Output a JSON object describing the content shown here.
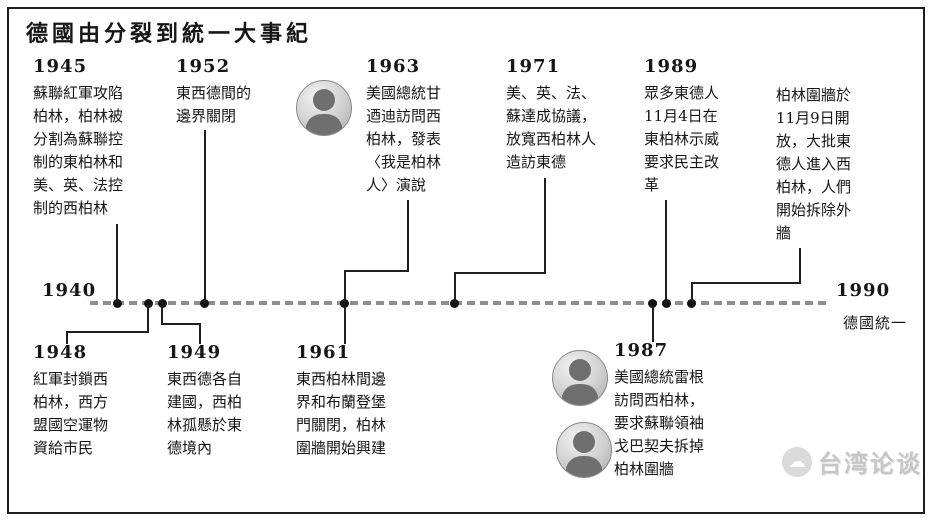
{
  "title": "德國由分裂到統一大事紀",
  "axis": {
    "start_year": "1940",
    "end_year": "1990",
    "end_event": "德國統一"
  },
  "events_above": [
    {
      "year": "1945",
      "text": "蘇聯紅軍攻陷柏林，柏林被分割為蘇聯控制的東柏林和美、英、法控制的西柏林"
    },
    {
      "year": "1952",
      "text": "東西德間的邊界關閉"
    },
    {
      "year": "1963",
      "text": "美國總統甘迺迪訪問西柏林，發表〈我是柏林人〉演說"
    },
    {
      "year": "1971",
      "text": "美、英、法、蘇達成協議，放寬西柏林人造訪東德"
    },
    {
      "year": "1989",
      "text": "眾多東德人11月4日在東柏林示威要求民主改革"
    },
    {
      "text": "柏林圍牆於11月9日開放，大批東德人進入西柏林，人們開始拆除外牆"
    }
  ],
  "events_below": [
    {
      "year": "1948",
      "text": "紅軍封鎖西柏林，西方盟國空運物資給市民"
    },
    {
      "year": "1949",
      "text": "東西德各自建國，西柏林孤懸於東德境內"
    },
    {
      "year": "1961",
      "text": "東西柏林間邊界和布蘭登堡門關閉，柏林圍牆開始興建"
    },
    {
      "year": "1987",
      "text": "美國總統雷根訪問西柏林，要求蘇聯領袖戈巴契夫拆掉柏林圍牆"
    }
  ],
  "icons": {
    "portrait_1963": "kennedy-portrait-photo",
    "portrait_1987_top": "reagan-portrait-photo",
    "portrait_1987_bottom": "gorbachev-portrait-photo",
    "watermark_logo": "cloud-logo-icon",
    "watermark_logo_glyph": "☁"
  },
  "watermark": {
    "text": "台湾论谈"
  },
  "colors": {
    "text": "#161616",
    "axis_dash": "#8e8e8e",
    "connector": "#1f1f1f",
    "watermark": "#c6c6c6"
  }
}
